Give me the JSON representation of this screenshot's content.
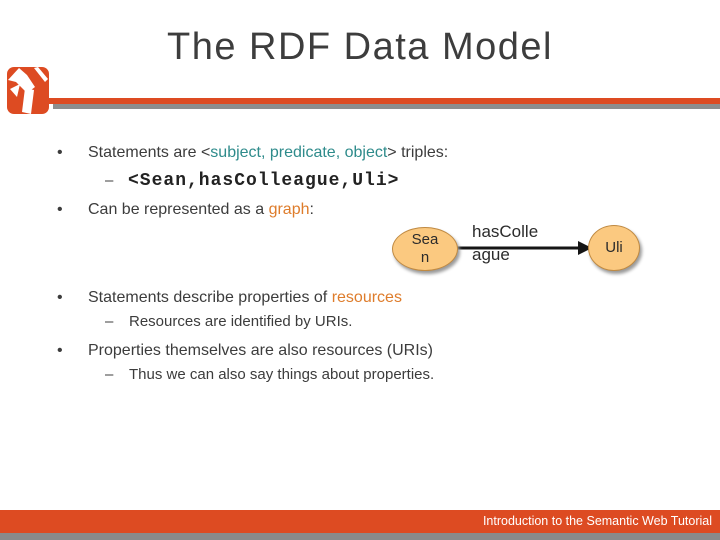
{
  "title": "The RDF Data Model",
  "colors": {
    "brand_orange": "#dd4b22",
    "rule_gray": "#8d8d8d",
    "teal_text": "#2e8b8b",
    "orange_text": "#de7c2b",
    "node_fill": "#fbc980",
    "body_text": "#3c3c3c"
  },
  "bullets": {
    "b1": {
      "marker": "•",
      "seg1": "Statements are <",
      "seg2": "subject, predicate, object",
      "seg3": "> triples:"
    },
    "sb1": {
      "marker": "–",
      "code": "<Sean,hasColleague,Uli>"
    },
    "b2": {
      "marker": "•",
      "seg1": "Can be represented as a ",
      "seg2": "graph",
      "seg3": ":"
    },
    "b3": {
      "marker": "•",
      "seg1": "Statements describe properties of ",
      "seg2": "resources"
    },
    "sb2": {
      "marker": "–",
      "text": "Resources are identified by URIs."
    },
    "b4": {
      "marker": "•",
      "text": "Properties themselves are also resources (URIs)"
    },
    "sb3": {
      "marker": "–",
      "text": "Thus we can also say things about properties."
    }
  },
  "diagram": {
    "subject_label": "Sean",
    "predicate_label": "hasColleague",
    "object_label": "Uli"
  },
  "footer": {
    "text": "Introduction to the Semantic Web Tutorial"
  }
}
